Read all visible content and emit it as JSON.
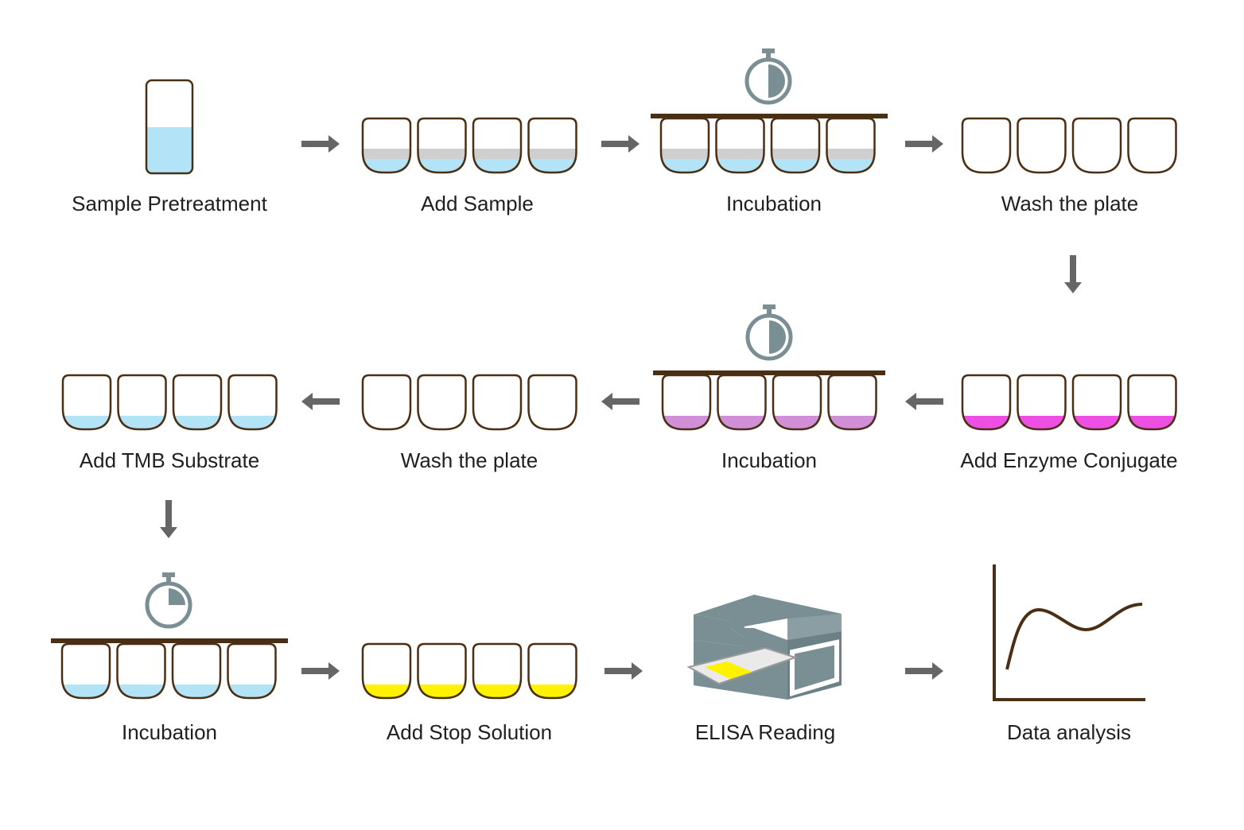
{
  "steps": [
    {
      "id": "s1",
      "label": "Sample Pretreatment",
      "kind": "tube",
      "liquid": "#b3e3f7"
    },
    {
      "id": "s2",
      "label": "Add Sample",
      "kind": "wells",
      "liquid": "#b3e3f7",
      "band": "#cfcfcf"
    },
    {
      "id": "s3",
      "label": "Incubation",
      "kind": "wells",
      "liquid": "#b3e3f7",
      "band": "#cfcfcf",
      "lid": true,
      "timer": "half"
    },
    {
      "id": "s4",
      "label": "Wash the plate",
      "kind": "wells"
    },
    {
      "id": "s5",
      "label": "Add Enzyme Conjugate",
      "kind": "wells",
      "liquid": "#ee4fe3"
    },
    {
      "id": "s6",
      "label": "Incubation",
      "kind": "wells",
      "liquid": "#d18fd8",
      "lid": true,
      "timer": "half"
    },
    {
      "id": "s7",
      "label": "Wash the plate",
      "kind": "wells"
    },
    {
      "id": "s8",
      "label": "Add TMB Substrate",
      "kind": "wells",
      "liquid": "#b3e3f7"
    },
    {
      "id": "s9",
      "label": "Incubation",
      "kind": "wells",
      "liquid": "#b3e3f7",
      "lid": true,
      "timer": "quarter"
    },
    {
      "id": "s10",
      "label": "Add Stop Solution",
      "kind": "wells",
      "liquid": "#fff200"
    },
    {
      "id": "s11",
      "label": "ELISA Reading",
      "kind": "reader"
    },
    {
      "id": "s12",
      "label": "Data analysis",
      "kind": "graph"
    }
  ],
  "arrows": [
    {
      "from": "s1",
      "to": "s2",
      "dir": "right"
    },
    {
      "from": "s2",
      "to": "s3",
      "dir": "right"
    },
    {
      "from": "s3",
      "to": "s4",
      "dir": "right"
    },
    {
      "from": "s4",
      "to": "s5",
      "dir": "down"
    },
    {
      "from": "s5",
      "to": "s6",
      "dir": "left"
    },
    {
      "from": "s6",
      "to": "s7",
      "dir": "left"
    },
    {
      "from": "s7",
      "to": "s8",
      "dir": "left"
    },
    {
      "from": "s8",
      "to": "s9",
      "dir": "down"
    },
    {
      "from": "s9",
      "to": "s10",
      "dir": "right"
    },
    {
      "from": "s10",
      "to": "s11",
      "dir": "right"
    },
    {
      "from": "s11",
      "to": "s12",
      "dir": "right"
    }
  ],
  "colors": {
    "outline": "#4a2f14",
    "arrow": "#666666",
    "timer": "#7a8f94",
    "reader": "#7a8f94",
    "reader_slot": "#fff200",
    "graph_curve": "#4a2f14"
  }
}
